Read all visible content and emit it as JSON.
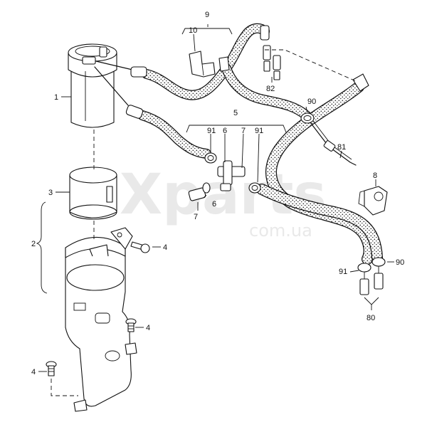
{
  "watermark": {
    "brand": "Xparts",
    "domain": "com.ua"
  },
  "callouts": {
    "c1": "1",
    "c2": "2",
    "c3": "3",
    "c4a": "4",
    "c4b": "4",
    "c4c": "4",
    "c5": "5",
    "c6a": "6",
    "c6b": "6",
    "c7a": "7",
    "c7b": "7",
    "c8": "8",
    "c9": "9",
    "c10": "10",
    "c80": "80",
    "c81": "81",
    "c82": "82",
    "c90a": "90",
    "c90b": "90",
    "c91a": "91",
    "c91b": "91",
    "c91c": "91"
  },
  "colors": {
    "line": "#111111",
    "hose_dots": "#222222",
    "watermark": "#e9e9e9"
  }
}
